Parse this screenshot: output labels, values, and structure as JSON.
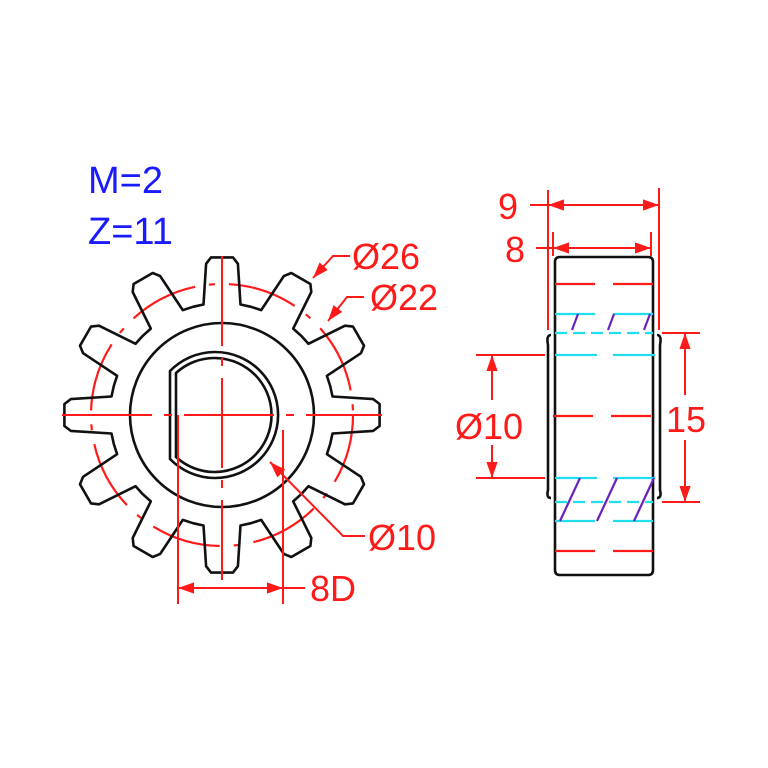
{
  "specs": {
    "module": "M=2",
    "teeth": "Z=11"
  },
  "front_view": {
    "dim_outer": "Ø26",
    "dim_pitch": "Ø22",
    "dim_bore": "Ø10",
    "dim_flat": "8D"
  },
  "side_view": {
    "dim_total_width": "9",
    "dim_face_width": "8",
    "dim_bore": "Ø10",
    "dim_hub": "15"
  },
  "colors": {
    "outline": "#111111",
    "dimension": "#ff1a1a",
    "spec_text": "#1a1aff",
    "hidden_line": "#22ddee",
    "hatch": "#6a1fbf"
  }
}
